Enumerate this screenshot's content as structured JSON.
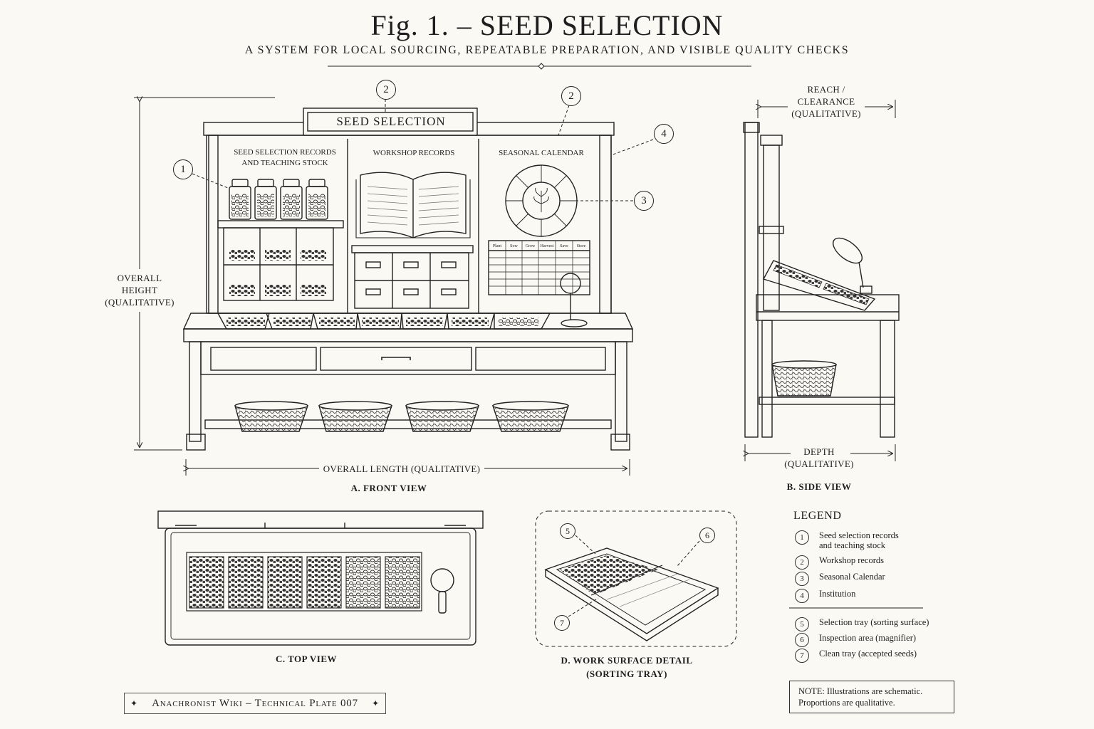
{
  "title": "Fig. 1. – SEED SELECTION",
  "subtitle": "A SYSTEM FOR LOCAL SOURCING, REPEATABLE PREPARATION, AND VISIBLE QUALITY CHECKS",
  "front": {
    "sign": "SEED SELECTION",
    "panel_left": "SEED SELECTION RECORDS\nAND TEACHING STOCK",
    "panel_mid": "WORKSHOP RECORDS",
    "panel_right": "SEASONAL CALENDAR",
    "height_label": "OVERALL\nHEIGHT\n(QUALITATIVE)",
    "length_label": "OVERALL LENGTH (QUALITATIVE)",
    "caption": "A. FRONT VIEW",
    "calendar_header": [
      "Plant",
      "Sow",
      "Grow",
      "Harvest",
      "Save",
      "Store"
    ]
  },
  "side": {
    "reach_label": "REACH /\nCLEARANCE\n(QUALITATIVE)",
    "depth_label": "DEPTH\n(QUALITATIVE)",
    "caption": "B. SIDE VIEW"
  },
  "top_view": {
    "caption": "C. TOP VIEW"
  },
  "detail": {
    "caption": "D. WORK SURFACE DETAIL\n(SORTING TRAY)"
  },
  "callouts": {
    "c1": "1",
    "c2": "2",
    "c3": "3",
    "c4": "4",
    "c5": "5",
    "c6": "6",
    "c7": "7"
  },
  "legend": {
    "title": "LEGEND",
    "items": [
      {
        "num": "1",
        "label": "Seed selection records\nand teaching stock"
      },
      {
        "num": "2",
        "label": "Workshop records"
      },
      {
        "num": "3",
        "label": "Seasonal Calendar"
      },
      {
        "num": "4",
        "label": "Institution"
      },
      {
        "num": "5",
        "label": "Selection tray (sorting surface)"
      },
      {
        "num": "6",
        "label": "Inspection area (magnifier)"
      },
      {
        "num": "7",
        "label": "Clean tray (accepted seeds)"
      }
    ]
  },
  "note": "NOTE: Illustrations are schematic.\nProportions are qualitative.",
  "footer": "Anachronist Wiki – Technical Plate 007"
}
